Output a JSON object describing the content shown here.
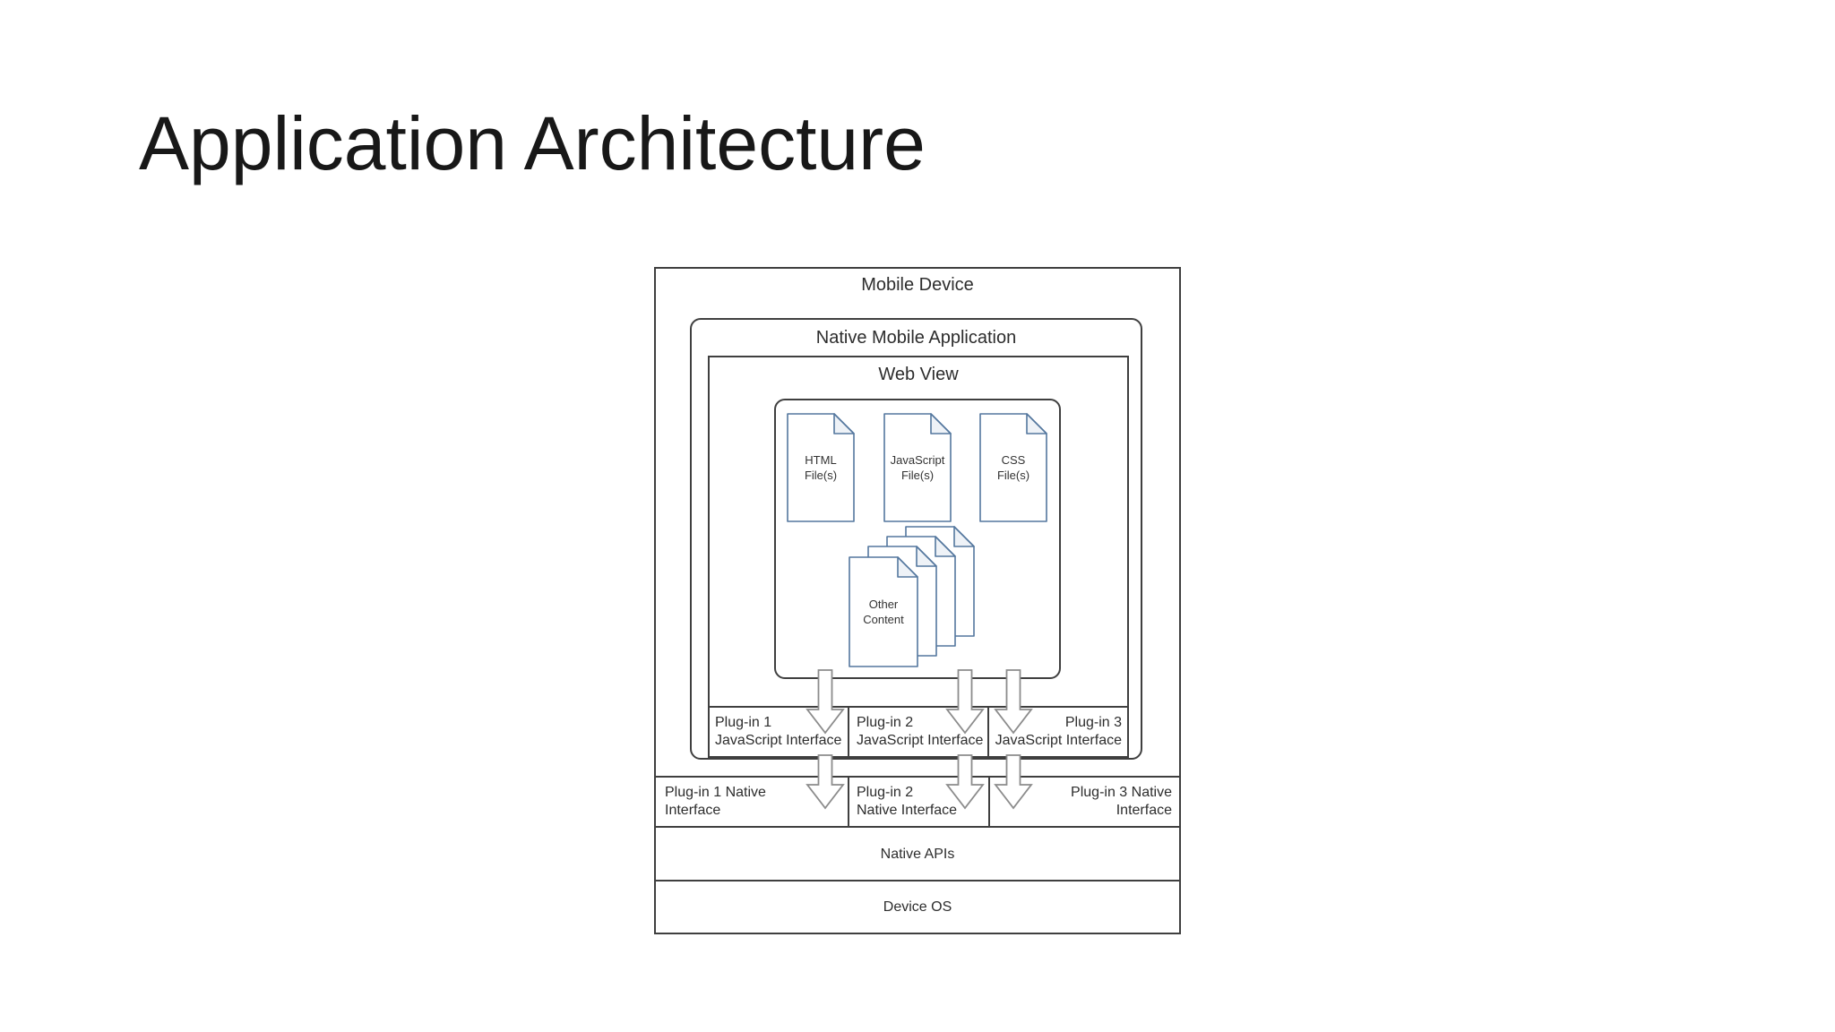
{
  "title": "Application Architecture",
  "diagram": {
    "mobile_device": "Mobile Device",
    "native_app": "Native Mobile Application",
    "web_view": "Web View",
    "files": [
      {
        "line1": "HTML",
        "line2": "File(s)"
      },
      {
        "line1": "JavaScript",
        "line2": "File(s)"
      },
      {
        "line1": "CSS",
        "line2": "File(s)"
      }
    ],
    "other_content": {
      "line1": "Other",
      "line2": "Content"
    },
    "js_interfaces": [
      {
        "line1": "Plug-in 1",
        "line2": "JavaScript Interface"
      },
      {
        "line1": "Plug-in 2",
        "line2": "JavaScript Interface"
      },
      {
        "line1": "Plug-in 3",
        "line2": "JavaScript Interface"
      }
    ],
    "native_interfaces": [
      {
        "line1": "Plug-in 1 Native",
        "line2": "Interface"
      },
      {
        "line1": "Plug-in 2",
        "line2": "Native Interface"
      },
      {
        "line1": "Plug-in 3 Native",
        "line2": "Interface"
      }
    ],
    "native_apis": "Native APIs",
    "device_os": "Device OS"
  },
  "colors": {
    "background": "#ffffff",
    "title_text": "#181818",
    "box_border": "#3f3f3f",
    "document_border": "#54779e",
    "arrow_outline": "#8c8c8c",
    "label_text": "#2d2d2d"
  }
}
